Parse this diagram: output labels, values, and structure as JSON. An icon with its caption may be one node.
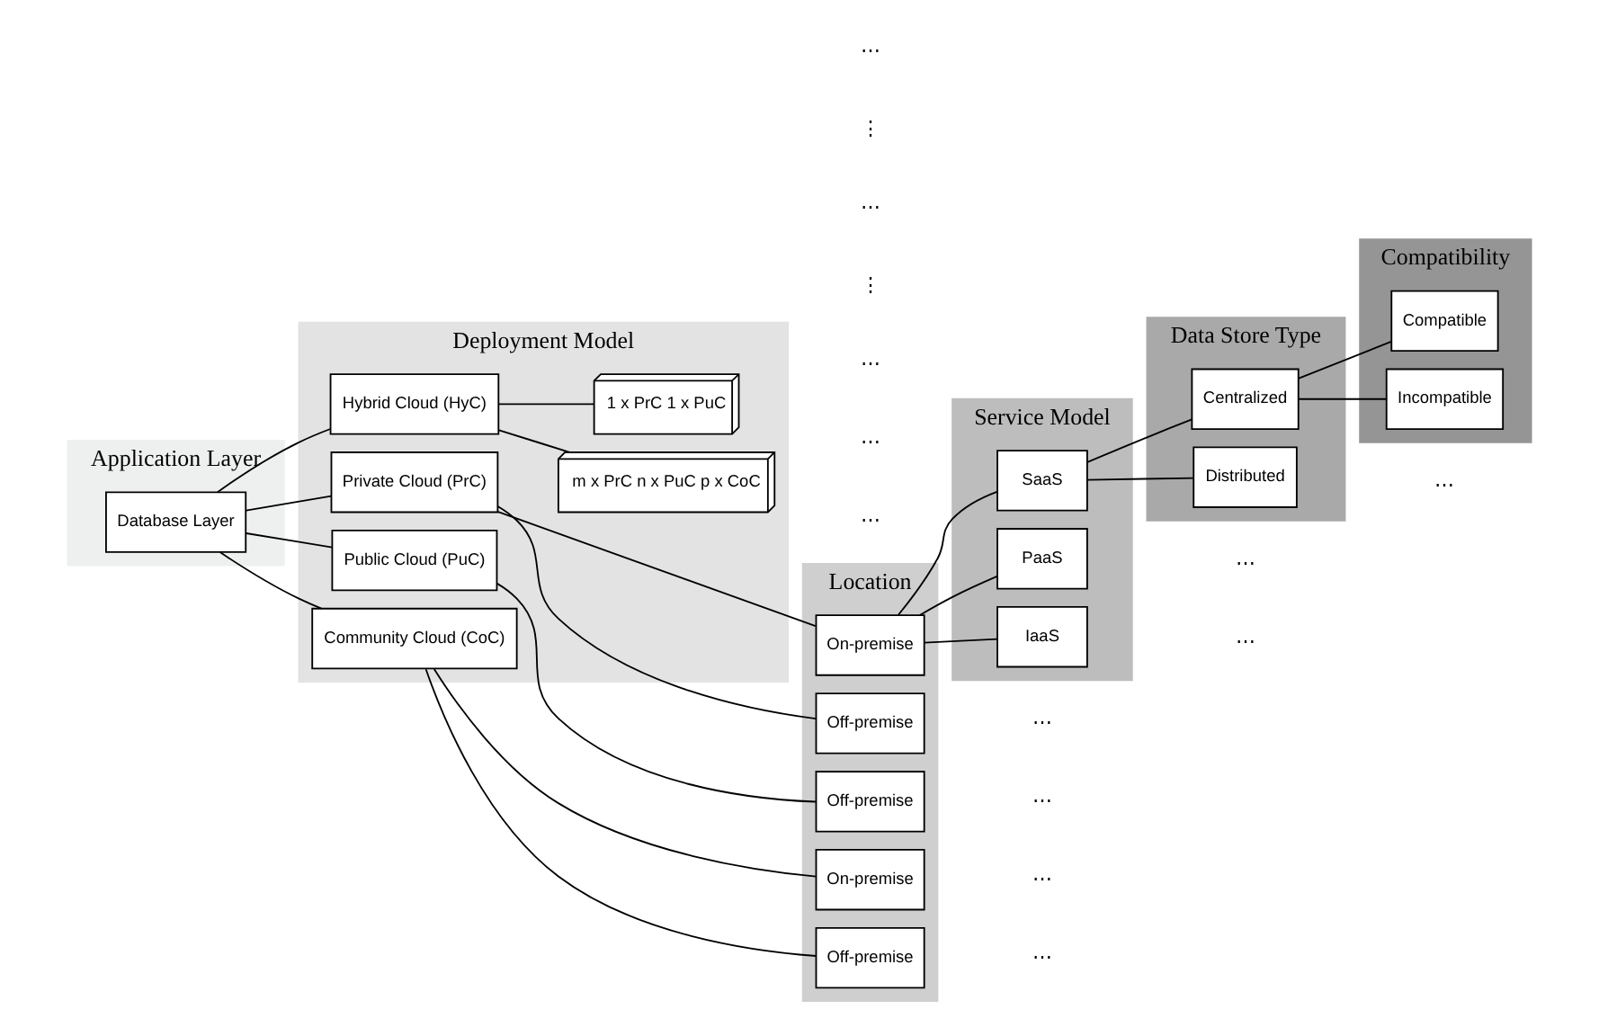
{
  "diagram": {
    "nodes": [
      {
        "text": [
          "Application Layer"
        ]
      },
      {
        "text": [
          "Deployment Model"
        ]
      },
      {
        "text": [
          "Location"
        ]
      },
      {
        "text": [
          "Service Model"
        ]
      },
      {
        "text": [
          "Data Store Type"
        ]
      },
      {
        "text": [
          "Compatibility"
        ]
      },
      {
        "text": [
          "Database Layer"
        ],
        "in": 0
      },
      {
        "text": [
          "Private Cloud (PrC)"
        ],
        "in": 1
      },
      {
        "text": [
          "Public Cloud (PuC)"
        ],
        "in": 1
      },
      {
        "text": [
          "Community Cloud (CoC)"
        ],
        "in": 1
      },
      {
        "text": [
          "Hybrid Cloud (HyC)"
        ],
        "in": 1
      },
      {
        "text": [
          "1 x PrC 1 x PuC"
        ],
        "in": 1
      },
      {
        "text": [
          "m x PrC n x PuC p x CoC"
        ],
        "in": 1
      },
      {
        "text": [
          "On-premise"
        ],
        "in": 2
      },
      {
        "text": [
          "Off-premise"
        ],
        "in": 2
      },
      {
        "text": [
          "Off-premise"
        ],
        "in": 2
      },
      {
        "text": [
          "On-premise"
        ],
        "in": 2
      },
      {
        "text": [
          "Off-premise"
        ],
        "in": 2
      },
      {
        "text": [
          "SaaS"
        ],
        "in": 3
      },
      {
        "text": [
          "PaaS"
        ],
        "in": 3
      },
      {
        "text": [
          "IaaS"
        ],
        "in": 3
      },
      {
        "text": [
          "Centralized"
        ],
        "in": 4
      },
      {
        "text": [
          "Distributed"
        ],
        "in": 4
      },
      {
        "text": [
          "Compatible"
        ],
        "in": 5
      },
      {
        "text": [
          "Incompatible"
        ],
        "in": 5
      }
    ],
    "edges": [
      {
        "from": 6,
        "to": 7,
        "arrow": "none"
      },
      {
        "from": 6,
        "to": 8,
        "arrow": "none"
      },
      {
        "from": 6,
        "to": 9,
        "arrow": "none"
      },
      {
        "from": 6,
        "to": 10,
        "arrow": "none"
      },
      {
        "from": 7,
        "to": 13,
        "arrow": "none"
      },
      {
        "from": 7,
        "to": 14,
        "arrow": "none"
      },
      {
        "from": 8,
        "to": 15,
        "arrow": "none"
      },
      {
        "from": 9,
        "to": 16,
        "arrow": "none"
      },
      {
        "from": 9,
        "to": 17,
        "arrow": "none"
      },
      {
        "from": 10,
        "to": 11,
        "arrow": "none"
      },
      {
        "from": 10,
        "to": 12,
        "arrow": "none"
      },
      {
        "from": 13,
        "to": 18,
        "arrow": "none"
      },
      {
        "from": 13,
        "to": 19,
        "arrow": "none"
      },
      {
        "from": 13,
        "to": 20,
        "arrow": "none"
      },
      {
        "from": 18,
        "to": 21,
        "arrow": "none"
      },
      {
        "from": 18,
        "to": 22,
        "arrow": "none"
      },
      {
        "from": 21,
        "to": 23,
        "arrow": "none"
      },
      {
        "from": 21,
        "to": 24,
        "arrow": "none"
      }
    ],
    "labels": [
      "⋯",
      "⋯",
      "⋯",
      "⋯",
      "⋯",
      "⋯",
      "⋯",
      "⋯",
      "⋮",
      "⋯",
      "⋮",
      "⋯",
      "⋯",
      "⋯"
    ]
  }
}
